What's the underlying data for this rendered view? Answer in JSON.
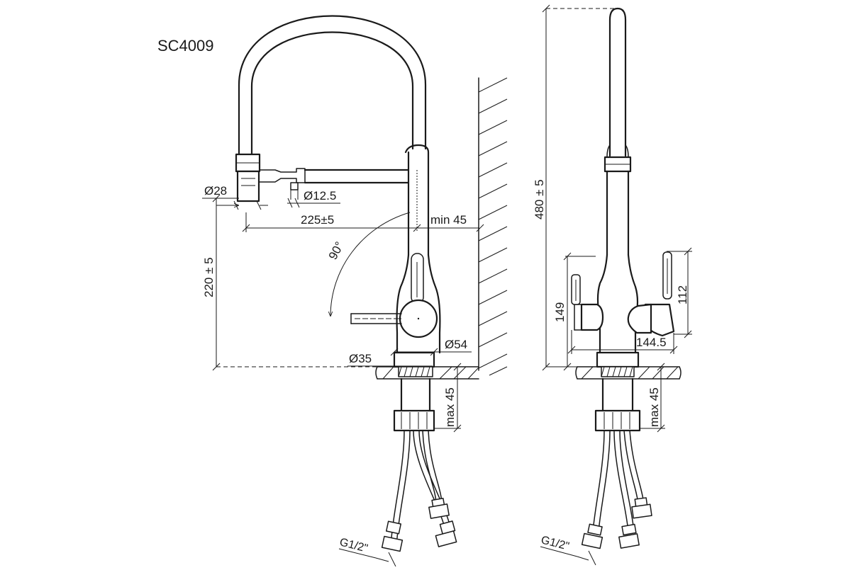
{
  "model": "SC4009",
  "colors": {
    "line": "#1a1a1a",
    "background": "#ffffff"
  },
  "dimensions": {
    "spout_end_dia": "Ø28",
    "aerator_dia": "Ø12.5",
    "reach": "225±5",
    "wall_min": "min 45",
    "rotation": "90°",
    "spout_height": "220 ± 5",
    "base_dia": "Ø54",
    "hole_dia": "Ø35",
    "max_thickness_front": "max 45",
    "thread_front": "G1/2\"",
    "total_height": "480 ± 5",
    "handle_height_left": "149",
    "handle_height_right": "112",
    "handle_span": "144.5",
    "max_thickness_side": "max 45",
    "thread_side": "G1/2\""
  }
}
